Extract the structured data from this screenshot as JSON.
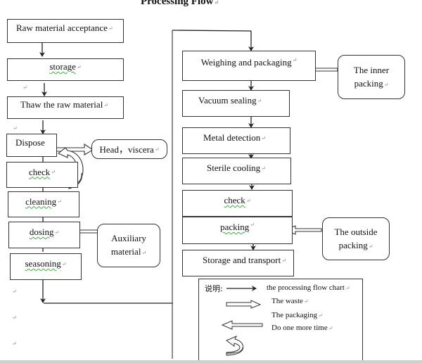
{
  "title": "Processing Flow",
  "left_column": [
    {
      "id": "raw-material-acceptance",
      "label": "Raw material acceptance",
      "spellcheck": false
    },
    {
      "id": "storage",
      "label": "storage",
      "spellcheck": true
    },
    {
      "id": "thaw-raw-material",
      "label": "Thaw the raw material",
      "spellcheck": false
    },
    {
      "id": "dispose",
      "label": "Dispose",
      "spellcheck": false
    },
    {
      "id": "check",
      "label": "check",
      "spellcheck": true
    },
    {
      "id": "cleaning",
      "label": "cleaning",
      "spellcheck": true
    },
    {
      "id": "dosing",
      "label": "dosing",
      "spellcheck": true
    },
    {
      "id": "seasoning",
      "label": "seasoning",
      "spellcheck": true
    }
  ],
  "right_column": [
    {
      "id": "weighing-packaging",
      "label": "Weighing and packaging"
    },
    {
      "id": "vacuum-sealing",
      "label": "Vacuum sealing"
    },
    {
      "id": "metal-detection",
      "label": "Metal detection"
    },
    {
      "id": "sterile-cooling",
      "label": "Sterile cooling"
    },
    {
      "id": "check-2",
      "label": "check"
    },
    {
      "id": "packing",
      "label": "packing"
    },
    {
      "id": "storage-transport",
      "label": "Storage and transport"
    }
  ],
  "side_inputs": {
    "waste": {
      "label": "Head，viscera"
    },
    "auxiliary": {
      "line1": "Auxiliary",
      "line2": "material"
    },
    "inner_packing": {
      "line1": "The inner",
      "line2": "packing"
    },
    "outside_packing": {
      "line1": "The outside",
      "line2": "packing"
    }
  },
  "legend": {
    "heading": "说明:",
    "items": [
      {
        "symbol": "solid-arrow",
        "label": "the processing flow chart"
      },
      {
        "symbol": "hollow-arrow-right",
        "label": "The waste"
      },
      {
        "symbol": "none",
        "label": "The packaging"
      },
      {
        "symbol": "hollow-arrow-left",
        "label": "Do one more time"
      },
      {
        "symbol": "curved-return-arrow",
        "label": ""
      }
    ]
  },
  "paragraph_mark": "↵"
}
